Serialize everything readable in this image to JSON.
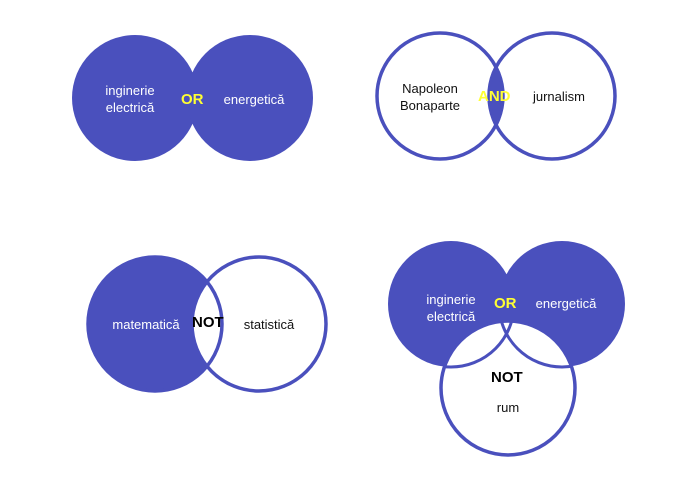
{
  "colors": {
    "fill": "#4a50bd",
    "stroke": "#4a50bd",
    "operator_highlight": "#ffff33",
    "background": "#ffffff"
  },
  "diagrams": {
    "or_top": {
      "left_line1": "inginerie",
      "left_line2": "electrică",
      "operator": "OR",
      "right": "energetică"
    },
    "and_top": {
      "left_line1": "Napoleon",
      "left_line2": "Bonaparte",
      "operator": "AND",
      "right": "jurnalism"
    },
    "not_bottom": {
      "left": "matematică",
      "operator": "NOT",
      "right": "statistică"
    },
    "or_not_bottom": {
      "left_line1": "inginerie",
      "left_line2": "electrică",
      "operator_or": "OR",
      "right": "energetică",
      "operator_not": "NOT",
      "bottom": "rum"
    }
  }
}
